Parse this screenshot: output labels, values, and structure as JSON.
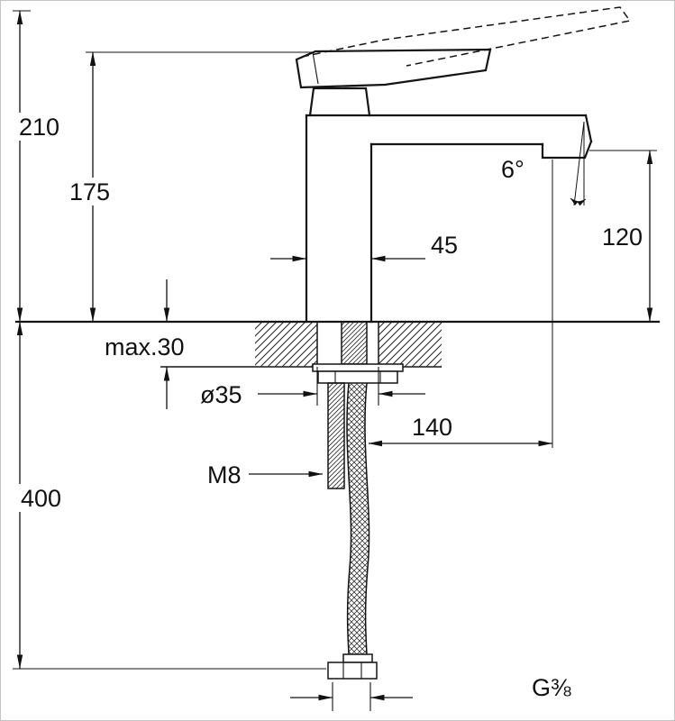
{
  "drawing": {
    "subject": "single-lever basin mixer faucet - dimensional side view",
    "background": "#ffffff",
    "line_color": "#141414",
    "dimensions": {
      "total_height": "210",
      "body_height": "175",
      "max_deck_thickness": "max.30",
      "hose_length": "400",
      "hole_diameter": "ø35",
      "stud_thread": "M8",
      "body_width": "45",
      "spout_angle": "6°",
      "spout_height": "120",
      "spout_reach": "140",
      "connection_thread": "G⅜"
    }
  }
}
